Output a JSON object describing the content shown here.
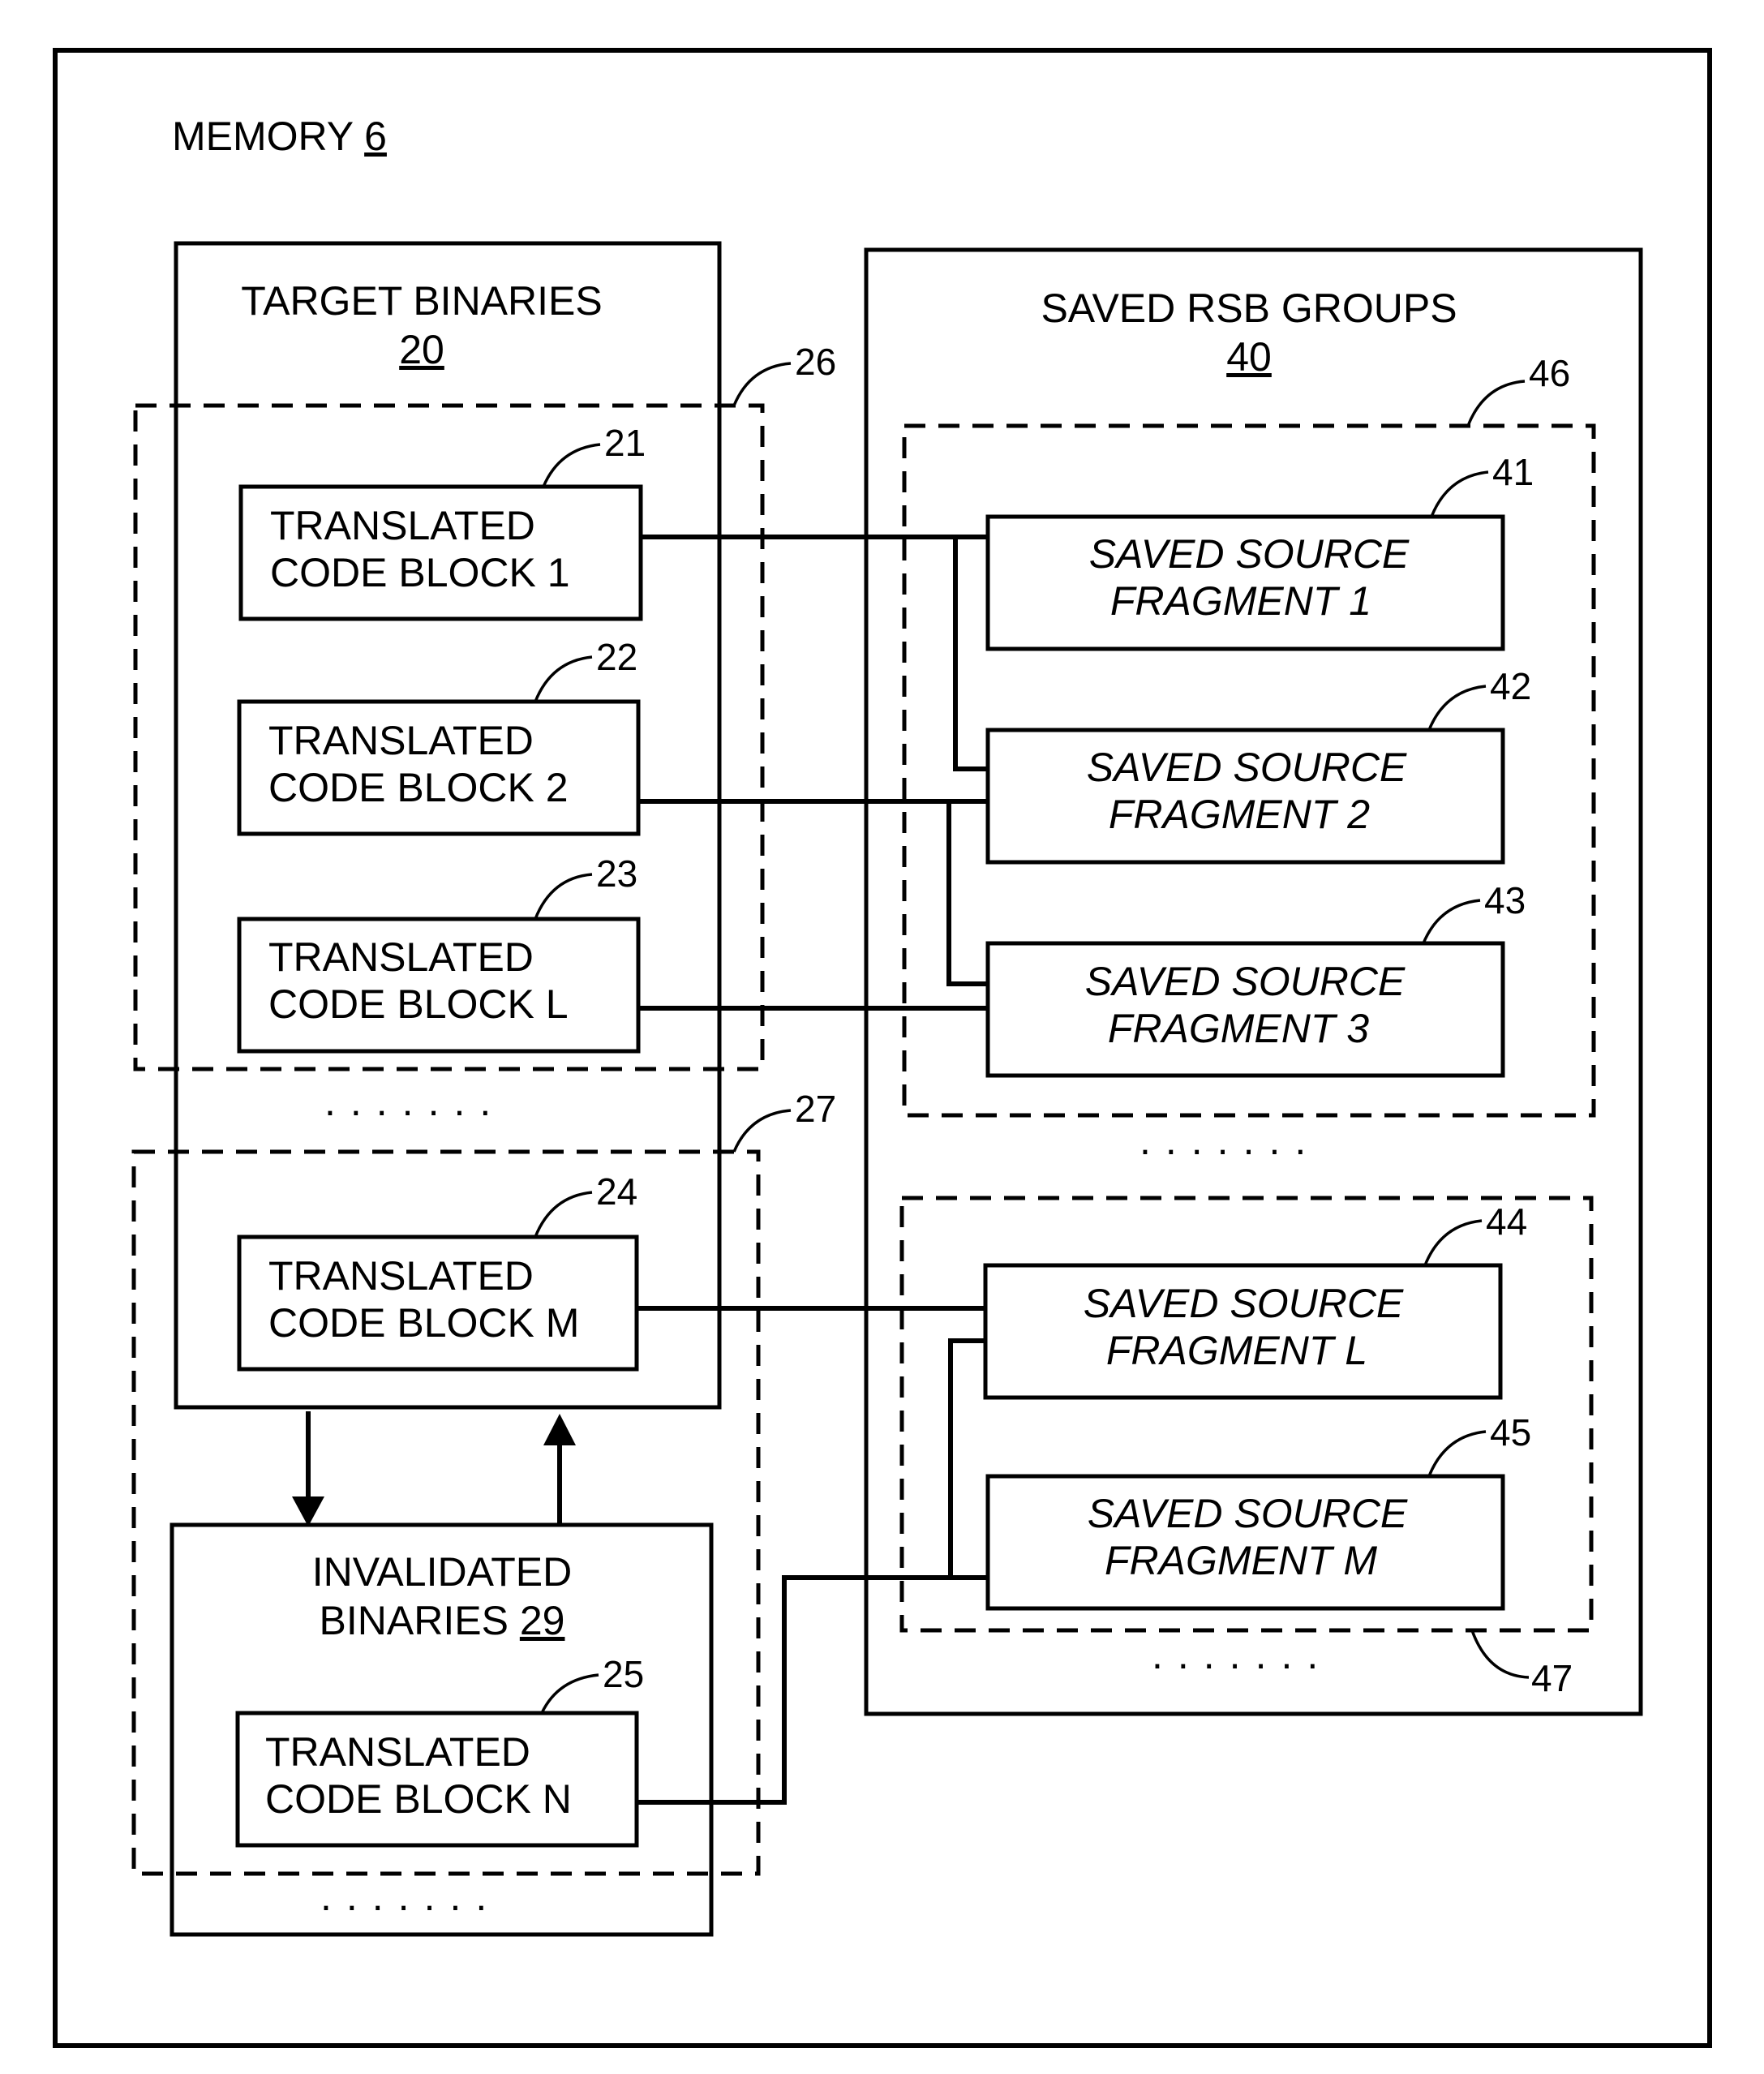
{
  "memory": {
    "label": "MEMORY",
    "ref": "6"
  },
  "target_binaries": {
    "label": "TARGET BINARIES",
    "ref": "20"
  },
  "invalidated_binaries": {
    "label_line1": "INVALIDATED",
    "label_line2": "BINARIES",
    "ref": "29"
  },
  "saved_rsb_groups": {
    "label": "SAVED RSB GROUPS",
    "ref": "40"
  },
  "groups": {
    "g26": "26",
    "g27": "27",
    "g46": "46",
    "g47": "47"
  },
  "code_blocks": [
    {
      "ref": "21",
      "line1": "TRANSLATED",
      "line2": "CODE BLOCK 1"
    },
    {
      "ref": "22",
      "line1": "TRANSLATED",
      "line2": "CODE BLOCK 2"
    },
    {
      "ref": "23",
      "line1": "TRANSLATED",
      "line2": "CODE BLOCK L"
    },
    {
      "ref": "24",
      "line1": "TRANSLATED",
      "line2": "CODE BLOCK M"
    },
    {
      "ref": "25",
      "line1": "TRANSLATED",
      "line2": "CODE BLOCK N"
    }
  ],
  "source_fragments": [
    {
      "ref": "41",
      "line1": "SAVED SOURCE",
      "line2": "FRAGMENT 1"
    },
    {
      "ref": "42",
      "line1": "SAVED SOURCE",
      "line2": "FRAGMENT 2"
    },
    {
      "ref": "43",
      "line1": "SAVED SOURCE",
      "line2": "FRAGMENT 3"
    },
    {
      "ref": "44",
      "line1": "SAVED SOURCE",
      "line2": "FRAGMENT L"
    },
    {
      "ref": "45",
      "line1": "SAVED SOURCE",
      "line2": "FRAGMENT M"
    }
  ],
  "ellipsis": "......."
}
